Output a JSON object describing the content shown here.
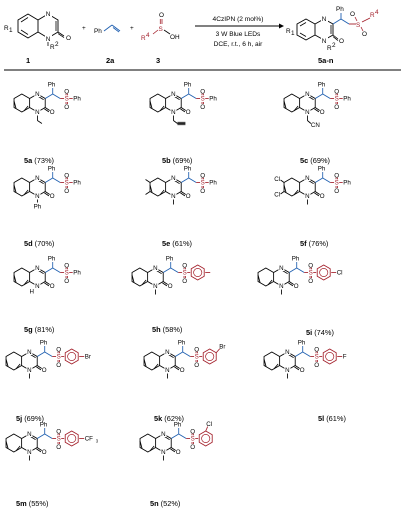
{
  "scheme": {
    "reactant_labels": [
      "1",
      "2a",
      "3"
    ],
    "product_label": "5a-n",
    "atoms": {
      "N": "N",
      "O": "O",
      "S": "S",
      "OH": "OH",
      "Ph": "Ph",
      "R1": "R",
      "R1_sub": "1",
      "R2": "R",
      "R2_sub": "2",
      "R4": "R",
      "R4_sub": "4",
      "plus": "+"
    },
    "conditions": [
      "4CzIPN (2 mol%)",
      "3 W Blue LEDs",
      "DCE, r.t., 6 h, air"
    ]
  },
  "colors": {
    "blue": "#1f5fb0",
    "red": "#a31f2a",
    "black": "#000000"
  },
  "products": [
    {
      "id": "5a",
      "yield": " (73%)"
    },
    {
      "id": "5b",
      "yield": " (69%)"
    },
    {
      "id": "5c",
      "yield": " (69%)"
    },
    {
      "id": "5d",
      "yield": " (70%)"
    },
    {
      "id": "5e",
      "yield": " (61%)"
    },
    {
      "id": "5f",
      "yield": " (76%)"
    },
    {
      "id": "5g",
      "yield": " (81%)"
    },
    {
      "id": "5h",
      "yield": " (58%)"
    },
    {
      "id": "5i",
      "yield": " (74%)"
    },
    {
      "id": "5j",
      "yield": " (69%)"
    },
    {
      "id": "5k",
      "yield": " (62%)"
    },
    {
      "id": "5l",
      "yield": " (61%)"
    },
    {
      "id": "5m",
      "yield": " (55%)"
    },
    {
      "id": "5n",
      "yield": " (52%)"
    }
  ],
  "groups": {
    "Ph": "Ph",
    "CN": "CN",
    "Cl": "Cl",
    "Br": "Br",
    "F": "F",
    "CF3": "CF",
    "CF3_sub": "3",
    "H": "H"
  }
}
